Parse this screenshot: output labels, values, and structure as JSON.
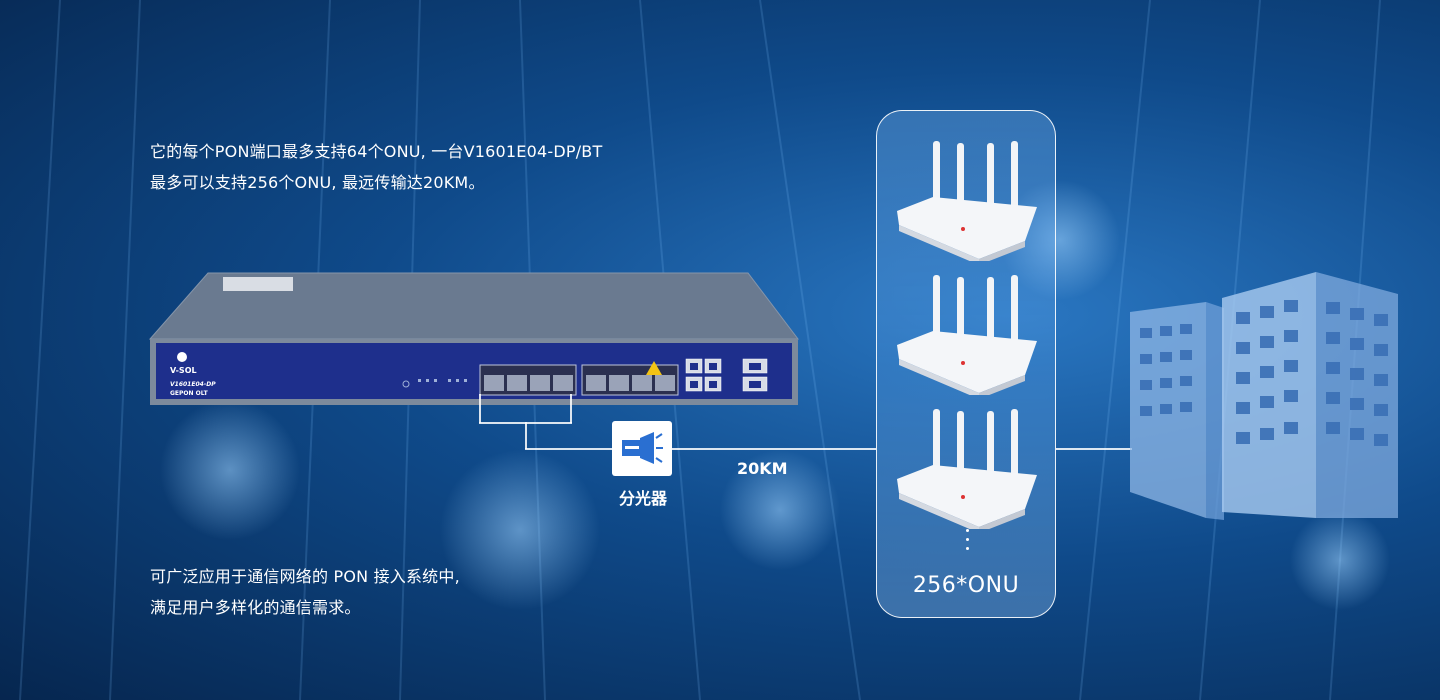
{
  "copy_top": {
    "line1": "它的每个PON端口最多支持64个ONU, 一台V1601E04-DP/BT",
    "line2": "最多可以支持256个ONU, 最远传输达20KM。"
  },
  "copy_bottom": {
    "line1": "可广泛应用于通信网络的 PON 接入系统中,",
    "line2": "满足用户多样化的通信需求。"
  },
  "device": {
    "brand": "V-SOL",
    "model": "V1601E04-DP",
    "type": "GEPON OLT"
  },
  "splitter": {
    "label": "分光器"
  },
  "distance": {
    "label": "20KM"
  },
  "onu_panel": {
    "count_label": "256*ONU"
  },
  "colors": {
    "device_front": "#1e2f8c",
    "device_top": "#5f6f85",
    "line": "#ffffff",
    "splitter_icon": "#2a6fd1"
  },
  "icons": [
    "splitter-icon",
    "router-icon",
    "building-icon",
    "laser-warning-icon"
  ]
}
